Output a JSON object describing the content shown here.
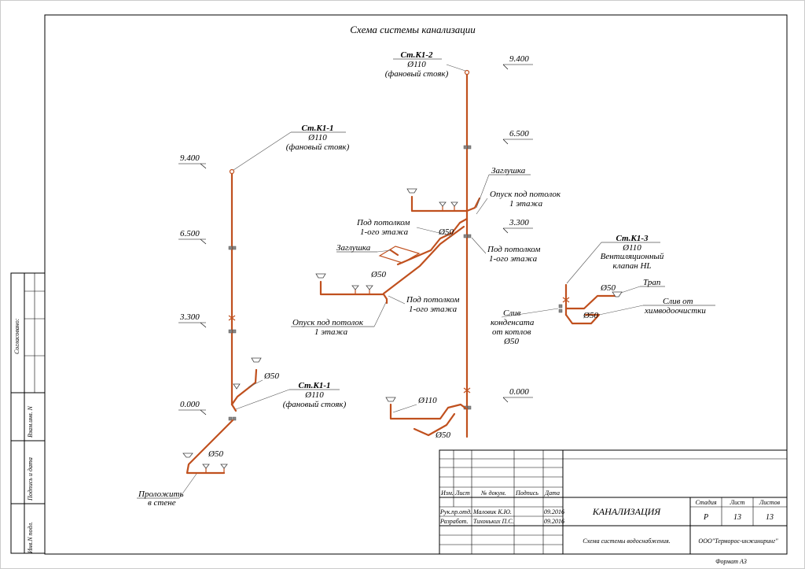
{
  "drawing": {
    "title": "Схема системы канализации",
    "risers": {
      "k1_2_top": {
        "name": "Ст.К1-2",
        "diameter": "Ø110",
        "note": "(фановый стояк)"
      },
      "k1_1_top": {
        "name": "Ст.К1-1",
        "diameter": "Ø110",
        "note": "(фановый стояк)"
      },
      "k1_1_bottom": {
        "name": "Ст.К1-1",
        "diameter": "Ø110",
        "note": "(фановый стояк)"
      },
      "k1_3": {
        "name": "Ст.К1-3",
        "diameter": "Ø110",
        "note1": "Вентиляционный",
        "note2": "клапан HL"
      }
    },
    "elevations": {
      "left_9400": "9.400",
      "left_6500": "6.500",
      "left_3300": "3.300",
      "left_0000": "0.000",
      "mid_9400": "9.400",
      "mid_6500": "6.500",
      "mid_3300": "3.300",
      "mid_0000": "0.000"
    },
    "notes": {
      "plug_upper": "Заглушка",
      "lower_to_ceiling_1": "Опуск под потолок",
      "lower_to_ceiling_1b": "1 этажа",
      "under_ceiling_a1": "Под потолком",
      "under_ceiling_a2": "1-ого этажа",
      "under_ceiling_b1": "Под потолком",
      "under_ceiling_b2": "1-ого этажа",
      "plug_left": "Заглушка",
      "d50_mid": "Ø50",
      "d50_branch": "Ø50",
      "under_ceiling_c1": "Под потолком",
      "under_ceiling_c2": "1-ого этажа",
      "lower_to_ceiling_2": "Опуск под потолок",
      "lower_to_ceiling_2b": "1 этажа",
      "d50_k11": "Ø50",
      "d50_floor": "Ø50",
      "lay_in_wall_1": "Проложить",
      "lay_in_wall_2": "в стене",
      "d110_bottom": "Ø110",
      "d50_bottom": "Ø50",
      "d50_k13a": "Ø50",
      "d50_k13b": "Ø50",
      "drain": "Трап",
      "dry_clean_1": "Слив от",
      "dry_clean_2": "химводоочистки",
      "condensate_1": "Слив",
      "condensate_2": "конденсата",
      "condensate_3": "от котлов",
      "condensate_4": "Ø50"
    },
    "side_stamp": {
      "agreed": "Согласовано:",
      "inv_replace": "Взам.инв. N",
      "sign_date": "Подпись и дата",
      "inv_orig": "Инв.N подл."
    },
    "title_block": {
      "h_change": "Изм.",
      "h_sheet": "Лист",
      "h_doc": "№ докум.",
      "h_sign": "Подпись",
      "h_date": "Дата",
      "r1_role": "Рук.пр.отд.",
      "r1_name": "Маловик К.Ю.",
      "r1_date": "09.2016",
      "r2_role": "Разработ.",
      "r2_name": "Тихоньких П.С.",
      "r2_date": "09.2016",
      "section": "КАНАЛИЗАЦИЯ",
      "sheet_title": "Схема системы водоснабжения.",
      "stage_label": "Стадия",
      "sheet_label": "Лист",
      "sheets_label": "Листов",
      "stage": "Р",
      "sheet": "13",
      "sheets": "13",
      "company": "ООО\"Терморос-инжиниринг\"",
      "format": "Формат А3"
    }
  }
}
